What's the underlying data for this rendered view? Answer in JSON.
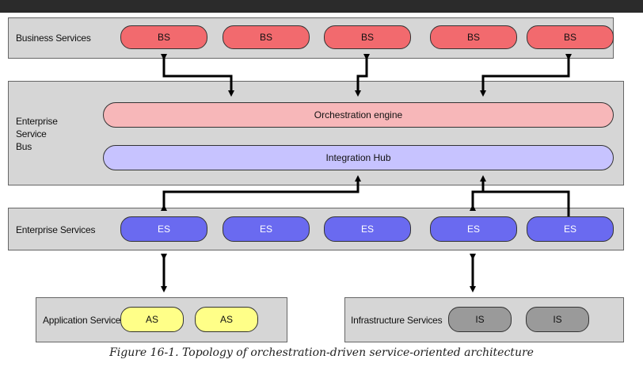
{
  "layers": {
    "business": {
      "label": "Business Services",
      "items": [
        "BS",
        "BS",
        "BS",
        "BS",
        "BS"
      ]
    },
    "esb": {
      "label_lines": [
        "Enterprise",
        "Service",
        "Bus"
      ],
      "orchestration": "Orchestration engine",
      "hub": "Integration Hub"
    },
    "enterprise": {
      "label": "Enterprise Services",
      "items": [
        "ES",
        "ES",
        "ES",
        "ES",
        "ES"
      ]
    },
    "application": {
      "label": "Application Services",
      "items": [
        "AS",
        "AS"
      ]
    },
    "infrastructure": {
      "label": "Infrastructure Services",
      "items": [
        "IS",
        "IS"
      ]
    }
  },
  "caption": "Figure 16-1. Topology of orchestration-driven service-oriented architecture",
  "colors": {
    "business": "#f26a6e",
    "orchestration": "#f7b7b9",
    "hub": "#c7c3ff",
    "enterprise": "#6a6af0",
    "application": "#ffff88",
    "infrastructure": "#9a9a9a",
    "layer_bg": "#d6d6d6"
  }
}
